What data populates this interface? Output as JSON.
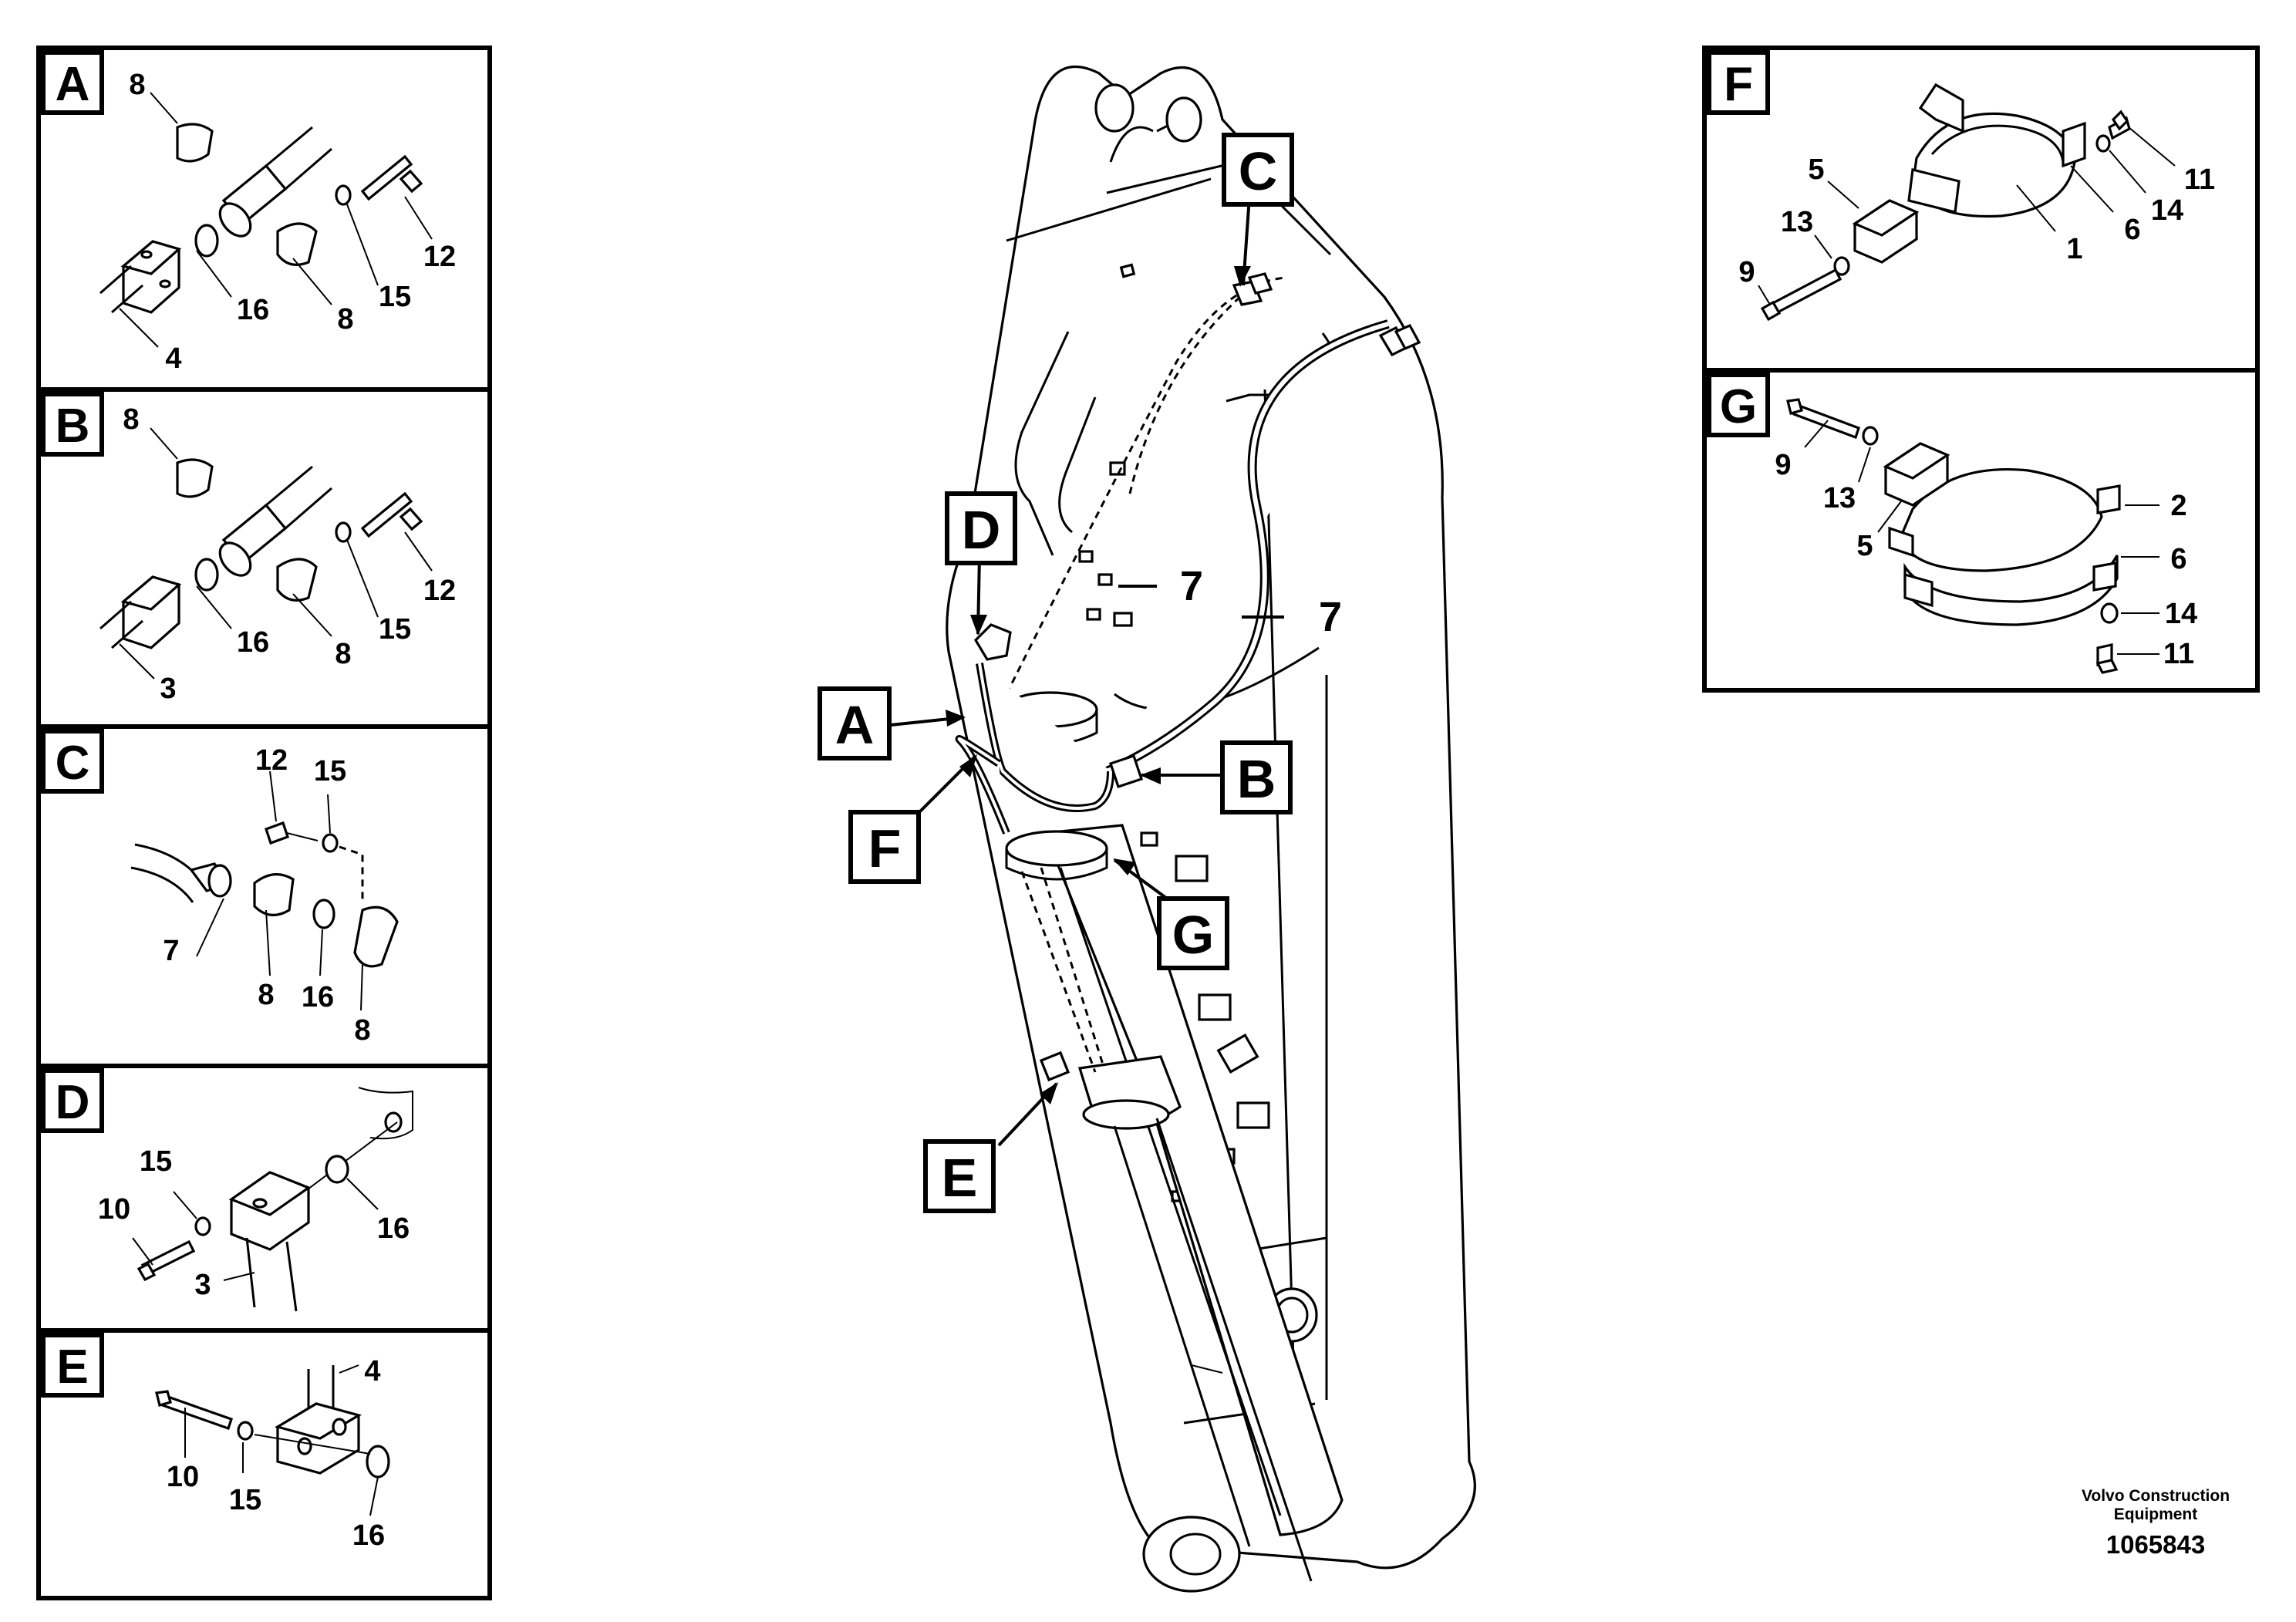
{
  "panels": {
    "A": {
      "letter": "A",
      "labels": {
        "p8a": "8",
        "p16": "16",
        "p8b": "8",
        "p4": "4",
        "p15": "15",
        "p12": "12"
      }
    },
    "B": {
      "letter": "B",
      "labels": {
        "p8a": "8",
        "p16": "16",
        "p8b": "8",
        "p3": "3",
        "p15": "15",
        "p12": "12"
      }
    },
    "C": {
      "letter": "C",
      "labels": {
        "p12": "12",
        "p15": "15",
        "p7": "7",
        "p8a": "8",
        "p16": "16",
        "p8b": "8"
      }
    },
    "D": {
      "letter": "D",
      "labels": {
        "p15": "15",
        "p10": "10",
        "p3": "3",
        "p16": "16"
      }
    },
    "E": {
      "letter": "E",
      "labels": {
        "p4": "4",
        "p10": "10",
        "p15": "15",
        "p16": "16"
      }
    },
    "F": {
      "letter": "F",
      "labels": {
        "p5": "5",
        "p13": "13",
        "p9": "9",
        "p1": "1",
        "p6": "6",
        "p14": "14",
        "p11": "11"
      }
    },
    "G": {
      "letter": "G",
      "labels": {
        "p9": "9",
        "p13": "13",
        "p5": "5",
        "p2": "2",
        "p6": "6",
        "p14": "14",
        "p11": "11"
      }
    }
  },
  "main": {
    "callouts": {
      "A": "A",
      "B": "B",
      "C": "C",
      "D": "D",
      "E": "E",
      "F": "F",
      "G": "G"
    },
    "hose_label_left": "7",
    "hose_label_right": "7"
  },
  "footer": {
    "company_line1": "Volvo Construction",
    "company_line2": "Equipment",
    "drawing_number": "1065843"
  }
}
